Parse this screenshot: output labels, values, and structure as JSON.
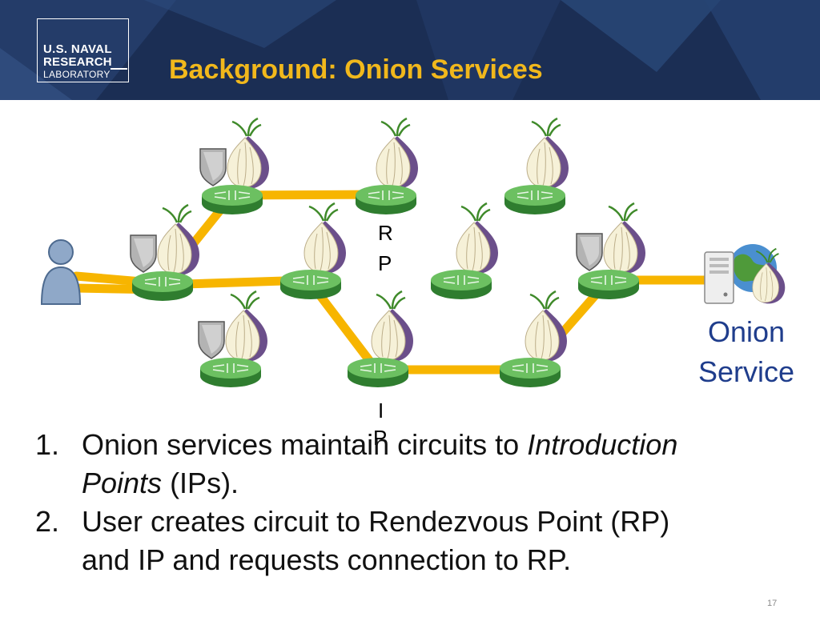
{
  "header": {
    "logo": {
      "line1": "U.S. NAVAL",
      "line2": "RESEARCH",
      "line3": "LABORATORY"
    },
    "title": "Background: Onion Services"
  },
  "diagram": {
    "rp_label": [
      "R",
      "P"
    ],
    "ip_label": [
      "I",
      "P"
    ],
    "service_label": [
      "Onion",
      "Service"
    ],
    "colors": {
      "link": "#f7b500",
      "router": "#5fb85a",
      "onion_purple": "#6b4f8a",
      "guard_shield": "#a8a8a8",
      "user": "#8fa8c8"
    }
  },
  "list": {
    "item1": {
      "num": "1.",
      "pre": "Onion services maintain circuits to ",
      "em1": "Introduction",
      "em2": "Points",
      "post": " (IPs)."
    },
    "item2": {
      "num": "2.",
      "line1": "User creates circuit to Rendezvous Point (RP)",
      "line2": "and IP and requests connection to RP."
    }
  },
  "page_number": "17"
}
